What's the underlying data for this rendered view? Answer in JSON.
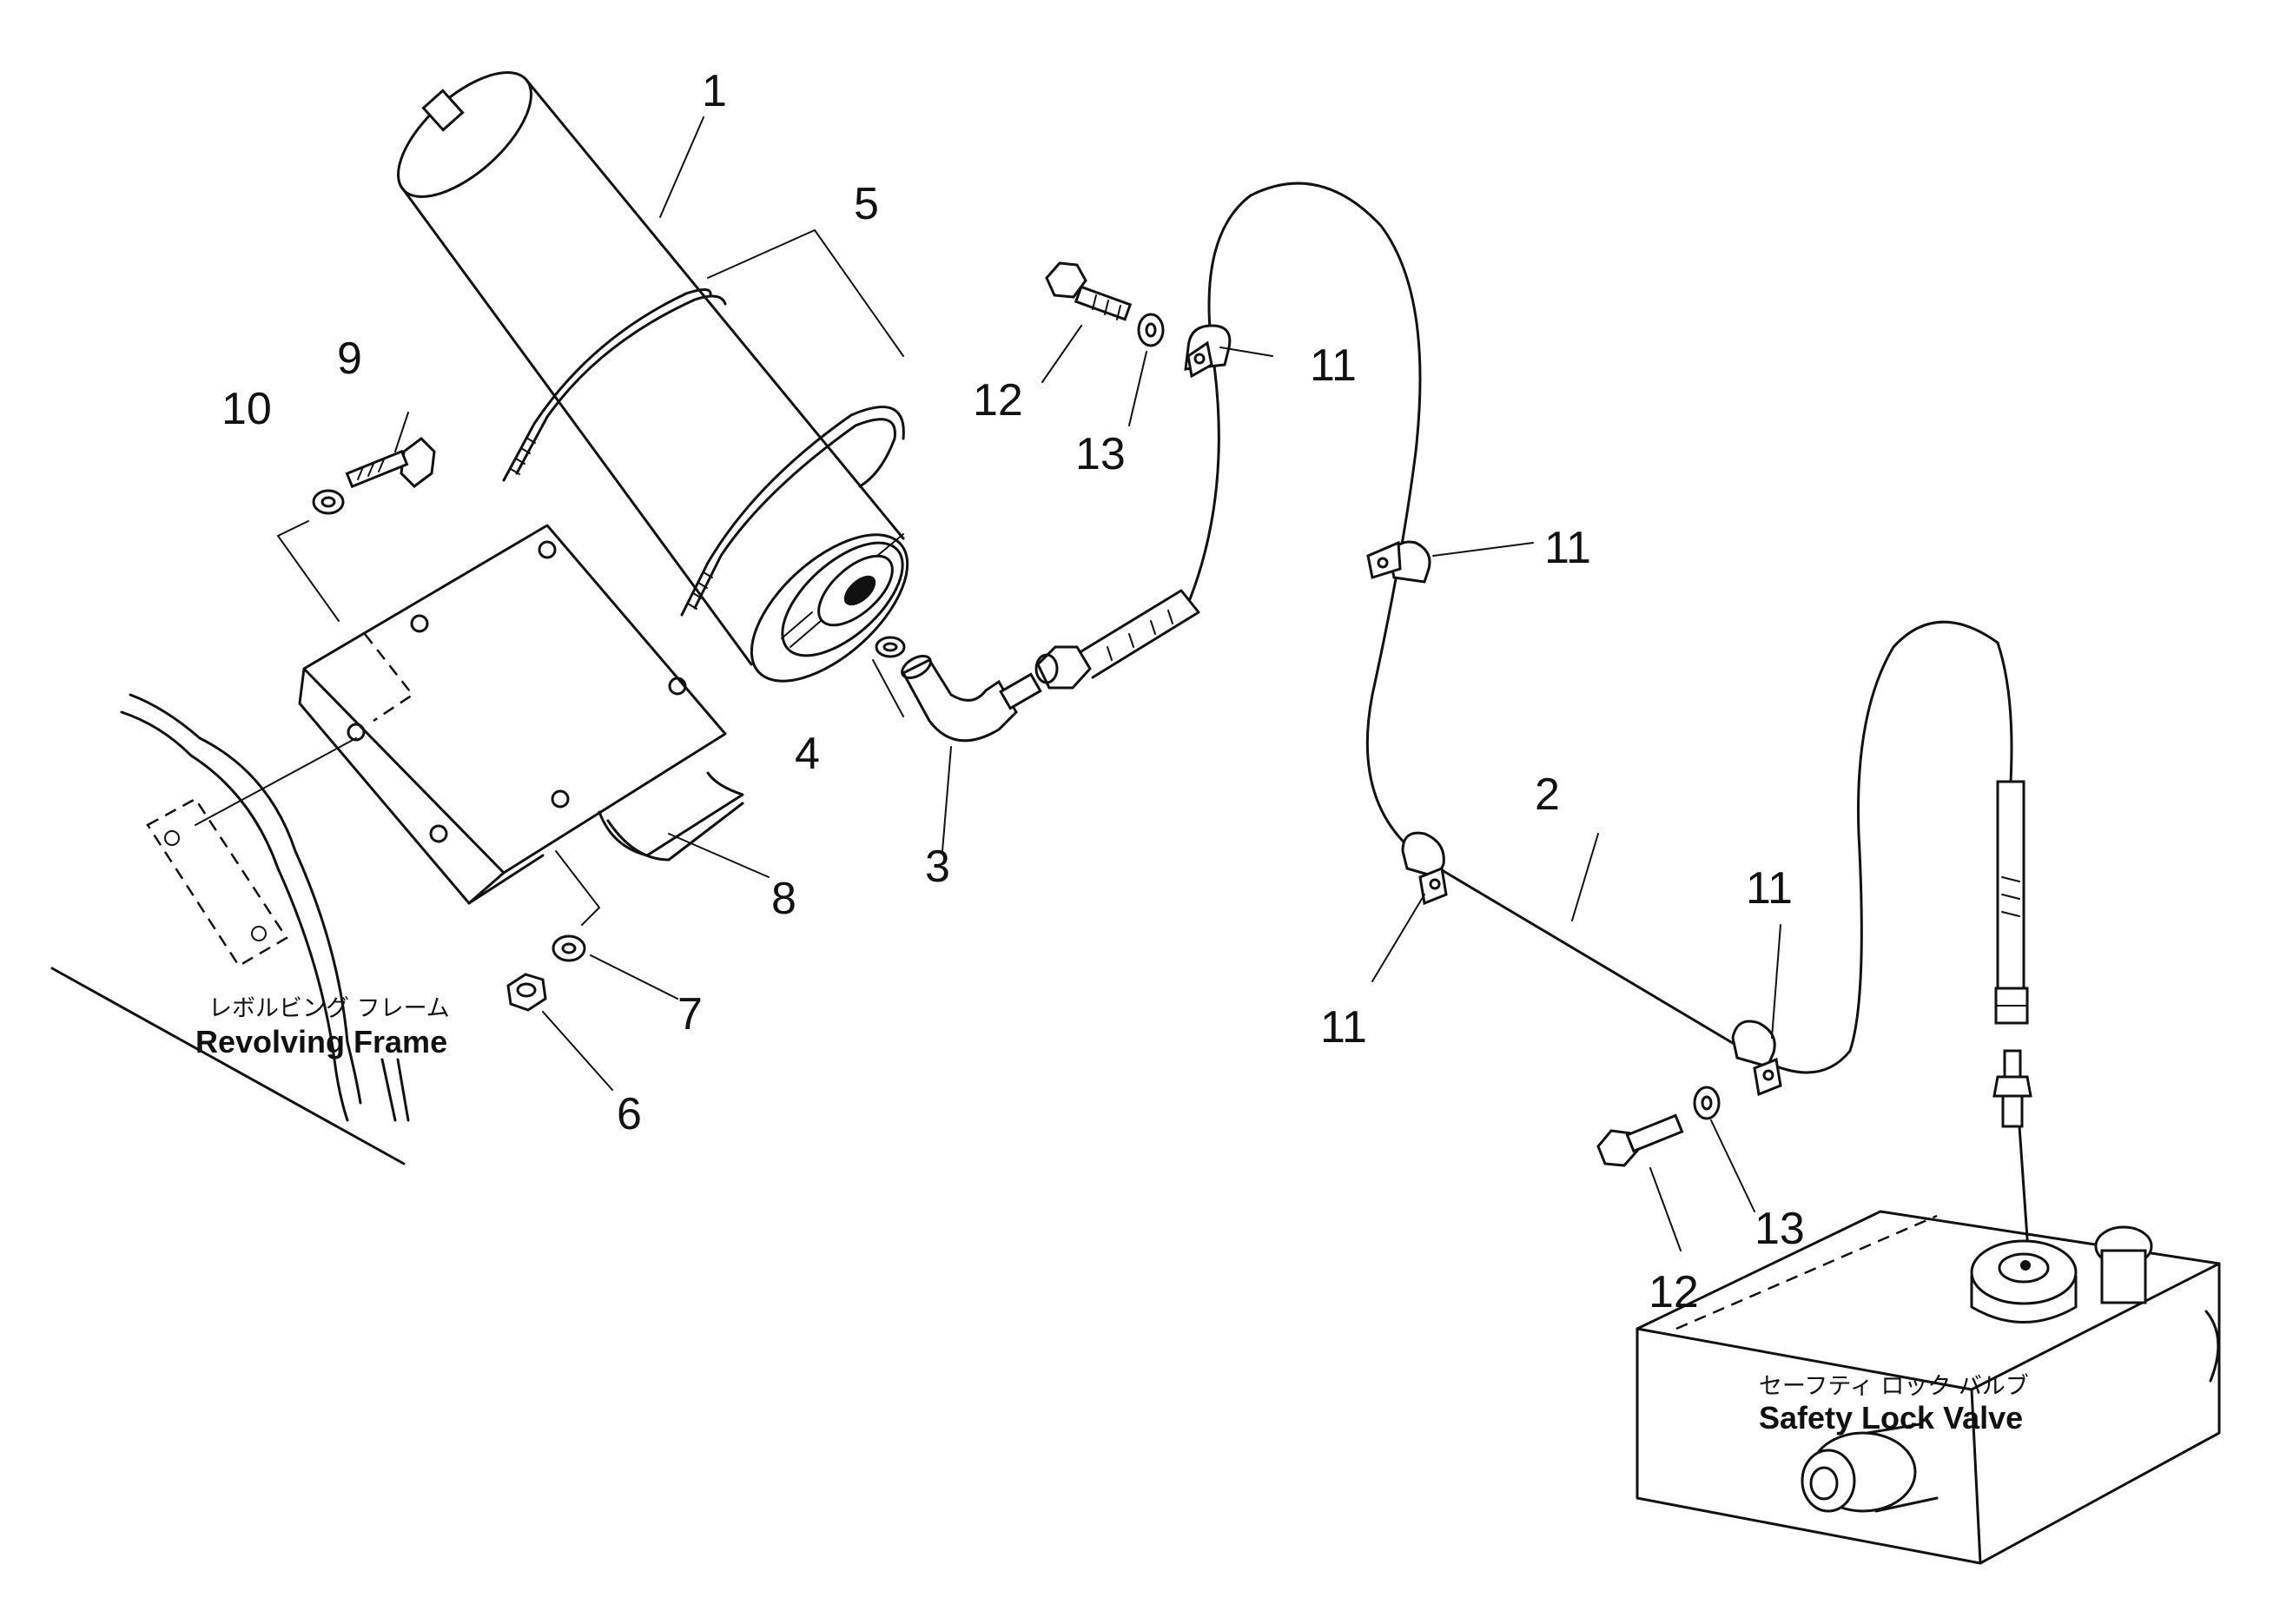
{
  "callouts": {
    "c1": "1",
    "c2": "2",
    "c3": "3",
    "c4": "4",
    "c5": "5",
    "c6": "6",
    "c7": "7",
    "c8": "8",
    "c9": "9",
    "c10": "10",
    "c11a": "11",
    "c11b": "11",
    "c11c": "11",
    "c11d": "11",
    "c12a": "12",
    "c12b": "12",
    "c13a": "13",
    "c13b": "13"
  },
  "labels": {
    "revolving_frame_jp": "レボルビング フレーム",
    "revolving_frame_en": "Revolving Frame",
    "safety_lock_valve_jp": "セーフティ ロック バルブ",
    "safety_lock_valve_en": "Safety Lock Valve"
  }
}
